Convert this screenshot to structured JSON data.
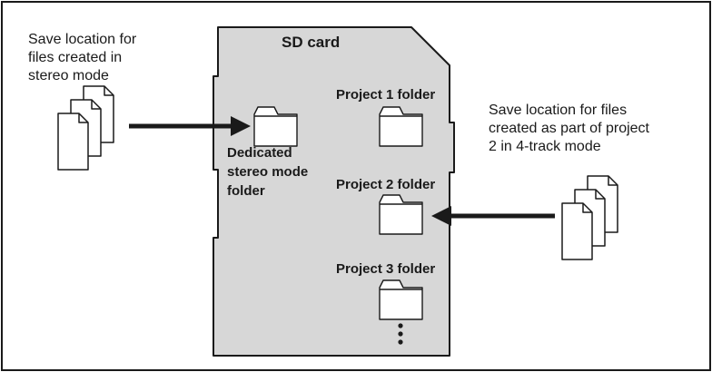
{
  "diagram": {
    "card_title": "SD card",
    "stereo_note": [
      "Save location for",
      "files created in",
      "stereo mode"
    ],
    "stereo_folder_label": [
      "Dedicated",
      "stereo mode",
      "folder"
    ],
    "project_folders": [
      "Project 1 folder",
      "Project 2 folder",
      "Project 3 folder"
    ],
    "project_note": [
      "Save location for files",
      "created as part of project",
      "2 in 4-track mode"
    ]
  },
  "colors": {
    "card_fill": "#d7d7d7",
    "outline": "#1a1a1a",
    "background": "#ffffff"
  },
  "icons": [
    "document-stack-icon",
    "folder-icon",
    "arrow-icon",
    "ellipsis-dots-icon"
  ]
}
